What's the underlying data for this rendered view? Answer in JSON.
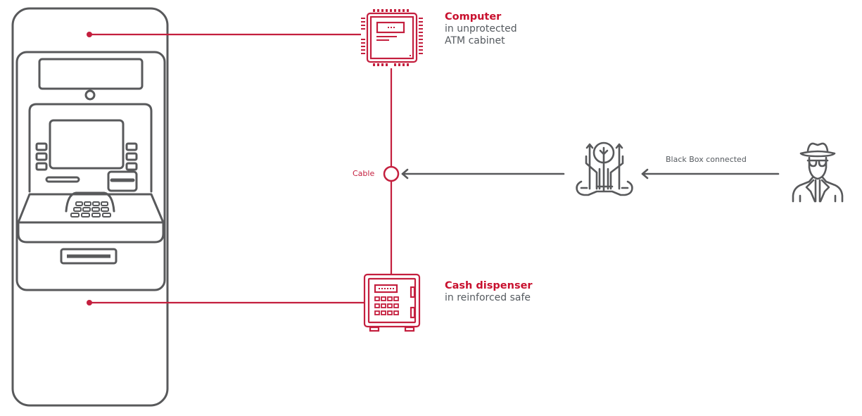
{
  "diagram": {
    "title": "ATM Black Box attack",
    "colors": {
      "accent": "#c41f3e",
      "neutral": "#58595b",
      "text": "#555a5f"
    },
    "nodes": {
      "atm": {
        "icon": "atm-icon"
      },
      "computer": {
        "icon": "cpu-chip-icon",
        "title": "Computer",
        "subtitle_line1": "in unprotected",
        "subtitle_line2": "ATM cabinet"
      },
      "cash": {
        "icon": "safe-icon",
        "title": "Cash dispenser",
        "subtitle_line1": "in reinforced safe"
      },
      "cable": {
        "icon": "connector-circle-icon",
        "label": "Cable"
      },
      "blackbox": {
        "icon": "circuit-wrench-icon"
      },
      "attacker": {
        "icon": "spy-hacker-icon"
      }
    },
    "edges": [
      {
        "from": "atm",
        "to": "computer"
      },
      {
        "from": "atm",
        "to": "cash"
      },
      {
        "from": "computer",
        "to": "cash",
        "via": "cable"
      },
      {
        "from": "blackbox",
        "to": "cable",
        "arrow": true
      },
      {
        "from": "attacker",
        "to": "blackbox",
        "arrow": true,
        "label": "Black Box connected"
      }
    ]
  }
}
